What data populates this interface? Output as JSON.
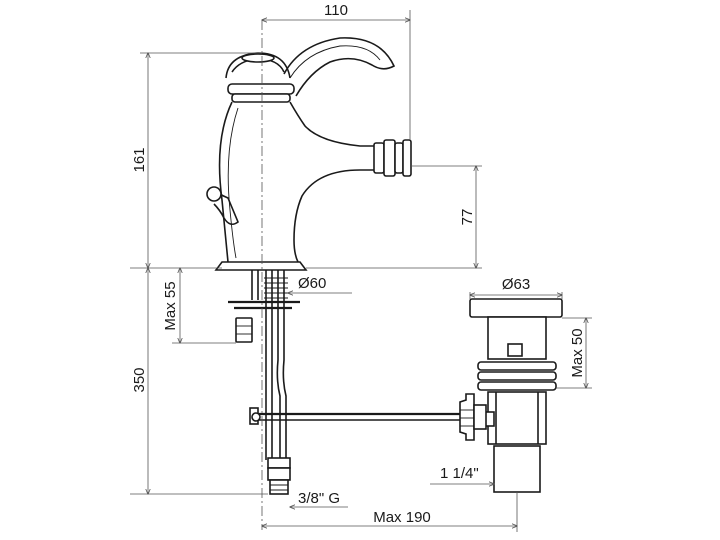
{
  "dimensions": {
    "width_110": "110",
    "height_161": "161",
    "height_77": "77",
    "diameter_60": "Ø60",
    "max_55": "Max 55",
    "height_350": "350",
    "diameter_63": "Ø63",
    "max_50": "Max 50",
    "thread_1_1_4": "1 1/4\"",
    "thread_3_8_g": "3/8\" G",
    "max_190": "Max 190"
  }
}
